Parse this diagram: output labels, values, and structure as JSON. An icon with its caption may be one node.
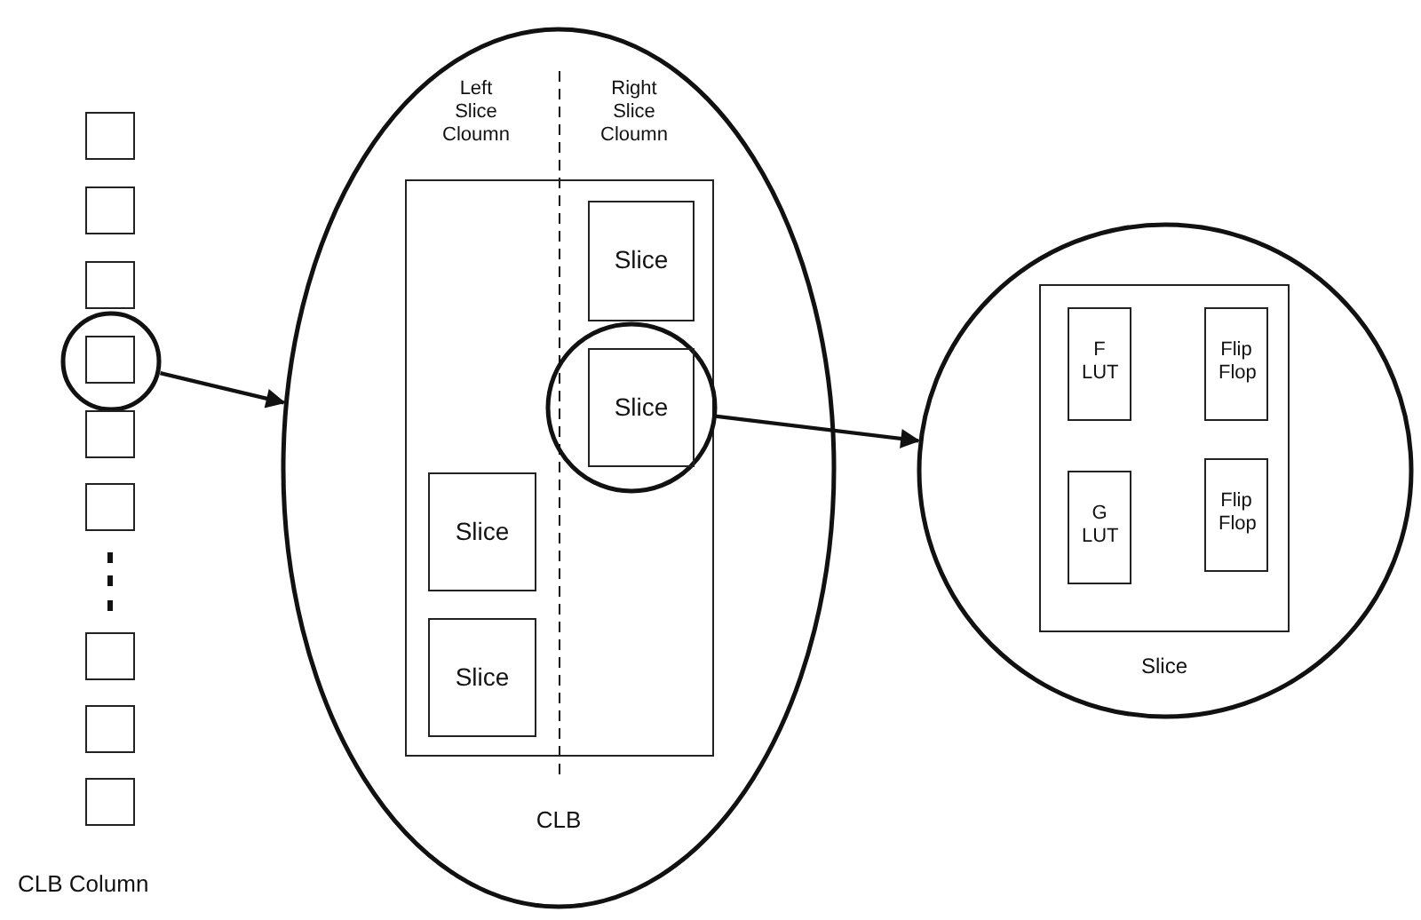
{
  "diagram": {
    "nodes": [
      {
        "text": [],
        "shape": "box"
      },
      {
        "text": [],
        "shape": "box"
      },
      {
        "text": [],
        "shape": "box"
      },
      {
        "text": [],
        "shape": "circle"
      },
      {
        "text": [],
        "shape": "box",
        "in": 3
      },
      {
        "text": [],
        "shape": "box"
      },
      {
        "text": [],
        "shape": "box"
      },
      {
        "text": [],
        "shape": "box"
      },
      {
        "text": [],
        "shape": "box"
      },
      {
        "text": [],
        "shape": "box"
      },
      {
        "text": [
          "CLB"
        ]
      },
      {
        "text": [],
        "shape": "box",
        "in": 10
      },
      {
        "text": [
          "Slice"
        ],
        "in": 11
      },
      {
        "text": [],
        "shape": "circle",
        "in": 11
      },
      {
        "text": [
          "Slice"
        ],
        "in": 13
      },
      {
        "text": [
          "Slice"
        ],
        "in": 11
      },
      {
        "text": [
          "Slice"
        ],
        "in": 11
      },
      {
        "text": [],
        "shape": "circle"
      },
      {
        "text": [
          "Slice"
        ],
        "in": 17
      },
      {
        "text": [
          "F LUT"
        ],
        "in": 18
      },
      {
        "text": [
          "Flip Flop"
        ],
        "in": 18
      },
      {
        "text": [
          "G LUT"
        ],
        "in": 18
      },
      {
        "text": [
          "Flip Flop"
        ],
        "in": 18
      }
    ],
    "edges": [
      {
        "from": 3,
        "to": 10,
        "arrow": "to"
      },
      {
        "from": 13,
        "to": 17,
        "arrow": "to"
      }
    ],
    "labels": [
      "Left Slice Cloumn",
      "Right Slice Cloumn",
      "CLB Column"
    ]
  }
}
